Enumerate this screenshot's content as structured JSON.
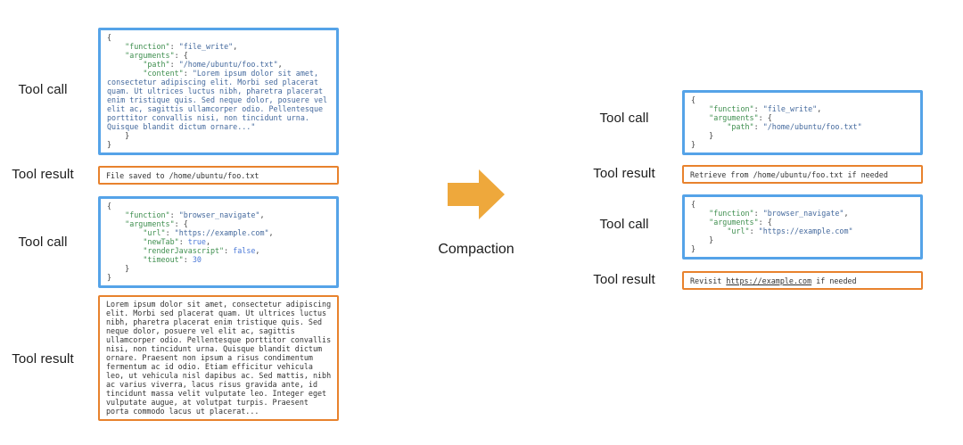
{
  "colors": {
    "call_border": "#55a3e8",
    "result_border": "#e8822d",
    "arrow": "#eea83c",
    "json_key": "#3f8f4f",
    "json_string": "#44699d",
    "json_literal": "#4b79d8",
    "code_plain": "#444444",
    "result_text": "#333333"
  },
  "arrow": {
    "label": "Compaction"
  },
  "left": {
    "call1": {
      "label": "Tool call",
      "segments": [
        {
          "c": "p",
          "t": "{\n    "
        },
        {
          "c": "k",
          "t": "\"function\""
        },
        {
          "c": "p",
          "t": ": "
        },
        {
          "c": "s",
          "t": "\"file_write\""
        },
        {
          "c": "p",
          "t": ",\n    "
        },
        {
          "c": "k",
          "t": "\"arguments\""
        },
        {
          "c": "p",
          "t": ": {\n        "
        },
        {
          "c": "k",
          "t": "\"path\""
        },
        {
          "c": "p",
          "t": ": "
        },
        {
          "c": "s",
          "t": "\"/home/ubuntu/foo.txt\""
        },
        {
          "c": "p",
          "t": ",\n        "
        },
        {
          "c": "k",
          "t": "\"content\""
        },
        {
          "c": "p",
          "t": ": "
        },
        {
          "c": "s",
          "t": "\"Lorem ipsum dolor sit amet,\nconsectetur adipiscing elit. Morbi sed placerat\nquam. Ut ultrices luctus nibh, pharetra placerat\nenim tristique quis. Sed neque dolor, posuere vel\nelit ac, sagittis ullamcorper odio. Pellentesque\nporttitor convallis nisi, non tincidunt urna.\nQuisque blandit dictum ornare...\""
        },
        {
          "c": "p",
          "t": "\n    }\n}"
        }
      ]
    },
    "result1": {
      "label": "Tool result",
      "segments": [
        {
          "c": "t",
          "t": "File saved to /home/ubuntu/foo.txt"
        }
      ]
    },
    "call2": {
      "label": "Tool call",
      "segments": [
        {
          "c": "p",
          "t": "{\n    "
        },
        {
          "c": "k",
          "t": "\"function\""
        },
        {
          "c": "p",
          "t": ": "
        },
        {
          "c": "s",
          "t": "\"browser_navigate\""
        },
        {
          "c": "p",
          "t": ",\n    "
        },
        {
          "c": "k",
          "t": "\"arguments\""
        },
        {
          "c": "p",
          "t": ": {\n        "
        },
        {
          "c": "k",
          "t": "\"url\""
        },
        {
          "c": "p",
          "t": ": "
        },
        {
          "c": "s",
          "t": "\"https://example.com\""
        },
        {
          "c": "p",
          "t": ",\n        "
        },
        {
          "c": "k",
          "t": "\"newTab\""
        },
        {
          "c": "p",
          "t": ": "
        },
        {
          "c": "l",
          "t": "true"
        },
        {
          "c": "p",
          "t": ",\n        "
        },
        {
          "c": "k",
          "t": "\"renderJavascript\""
        },
        {
          "c": "p",
          "t": ": "
        },
        {
          "c": "l",
          "t": "false"
        },
        {
          "c": "p",
          "t": ",\n        "
        },
        {
          "c": "k",
          "t": "\"timeout\""
        },
        {
          "c": "p",
          "t": ": "
        },
        {
          "c": "l",
          "t": "30"
        },
        {
          "c": "p",
          "t": "\n    }\n}"
        }
      ]
    },
    "result2": {
      "label": "Tool result",
      "segments": [
        {
          "c": "t",
          "t": "Lorem ipsum dolor sit amet, consectetur adipiscing\nelit. Morbi sed placerat quam. Ut ultrices luctus\nnibh, pharetra placerat enim tristique quis. Sed\nneque dolor, posuere vel elit ac, sagittis\nullamcorper odio. Pellentesque porttitor convallis\nnisi, non tincidunt urna. Quisque blandit dictum\nornare. Praesent non ipsum a risus condimentum\nfermentum ac id odio. Etiam efficitur vehicula\nleo, ut vehicula nisl dapibus ac. Sed mattis, nibh\nac varius viverra, lacus risus gravida ante, id\ntincidunt massa velit vulputate leo. Integer eget\nvulputate augue, at volutpat turpis. Praesent\nporta commodo lacus ut placerat..."
        }
      ]
    }
  },
  "right": {
    "call1": {
      "label": "Tool call",
      "segments": [
        {
          "c": "p",
          "t": "{\n    "
        },
        {
          "c": "k",
          "t": "\"function\""
        },
        {
          "c": "p",
          "t": ": "
        },
        {
          "c": "s",
          "t": "\"file_write\""
        },
        {
          "c": "p",
          "t": ",\n    "
        },
        {
          "c": "k",
          "t": "\"arguments\""
        },
        {
          "c": "p",
          "t": ": {\n        "
        },
        {
          "c": "k",
          "t": "\"path\""
        },
        {
          "c": "p",
          "t": ": "
        },
        {
          "c": "s",
          "t": "\"/home/ubuntu/foo.txt\""
        },
        {
          "c": "p",
          "t": "\n    }\n}"
        }
      ]
    },
    "result1": {
      "label": "Tool result",
      "segments": [
        {
          "c": "t",
          "t": "Retrieve from /home/ubuntu/foo.txt if needed"
        }
      ]
    },
    "call2": {
      "label": "Tool call",
      "segments": [
        {
          "c": "p",
          "t": "{\n    "
        },
        {
          "c": "k",
          "t": "\"function\""
        },
        {
          "c": "p",
          "t": ": "
        },
        {
          "c": "s",
          "t": "\"browser_navigate\""
        },
        {
          "c": "p",
          "t": ",\n    "
        },
        {
          "c": "k",
          "t": "\"arguments\""
        },
        {
          "c": "p",
          "t": ": {\n        "
        },
        {
          "c": "k",
          "t": "\"url\""
        },
        {
          "c": "p",
          "t": ": "
        },
        {
          "c": "s",
          "t": "\"https://example.com\""
        },
        {
          "c": "p",
          "t": "\n    }\n}"
        }
      ]
    },
    "result2": {
      "label": "Tool result",
      "segments": [
        {
          "c": "t",
          "t": "Revisit "
        },
        {
          "c": "a",
          "t": "https://example.com"
        },
        {
          "c": "t",
          "t": " if needed"
        }
      ]
    }
  }
}
